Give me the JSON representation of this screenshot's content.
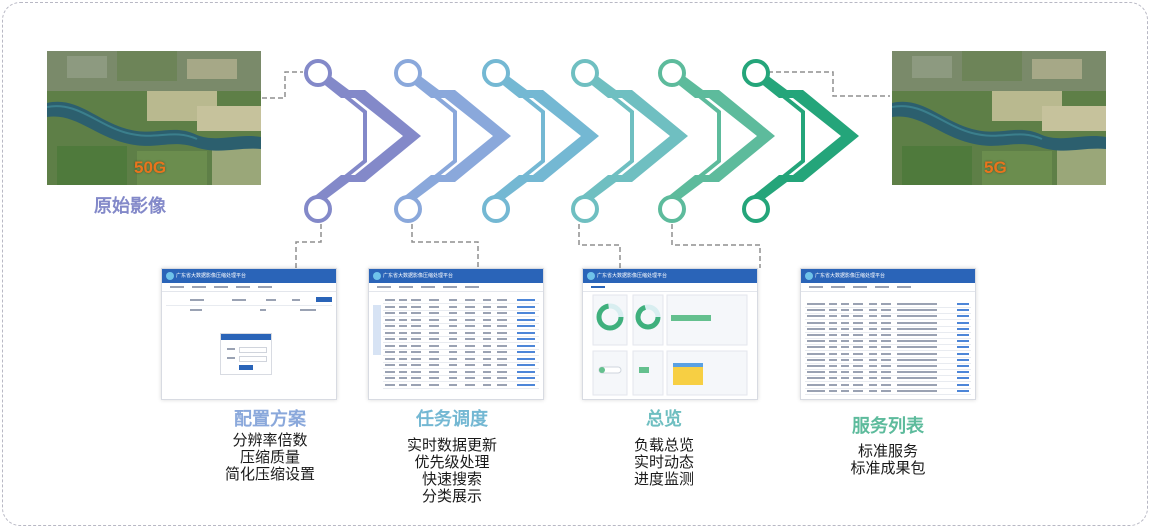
{
  "images": {
    "source": {
      "title": "原始影像",
      "size": "50G"
    },
    "result": {
      "size": "5G"
    }
  },
  "chevron_colors": [
    "#8389c9",
    "#8aa8db",
    "#74b8d3",
    "#6fbfc1",
    "#5dbb9c",
    "#24a57a"
  ],
  "platform_title": "广东省大数据影像压缩处理平台",
  "modules": [
    {
      "title": "配置方案",
      "color": "#8aa8db",
      "items": [
        "分辨率倍数",
        "压缩质量",
        "简化压缩设置"
      ]
    },
    {
      "title": "任务调度",
      "color": "#74b8d3",
      "items": [
        "实时数据更新",
        "优先级处理",
        "快速搜索",
        "分类展示"
      ]
    },
    {
      "title": "总览",
      "color": "#6fbfc1",
      "items": [
        "负载总览",
        "实时动态",
        "进度监测"
      ]
    },
    {
      "title": "服务列表",
      "color": "#5dbb9c",
      "items": [
        "标准服务",
        "标准成果包"
      ]
    }
  ]
}
